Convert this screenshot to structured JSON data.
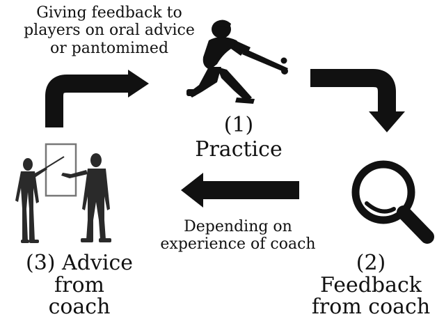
{
  "diagram": {
    "note_top": [
      "Giving feedback to",
      "players on oral advice",
      "or pantomimed"
    ],
    "note_bottom": [
      "Depending on",
      "experience of coach"
    ],
    "step_practice": "(1) Practice",
    "step_feedback": [
      "(2) Feedback",
      "from coach"
    ],
    "step_advice": [
      "(3) Advice from",
      "coach"
    ]
  },
  "icons": {
    "practice": "baseball-batter-icon",
    "feedback": "magnifying-glass-icon",
    "advice": "coach-presentation-icon"
  },
  "colors": {
    "ink": "#111111",
    "board": "#777777"
  }
}
